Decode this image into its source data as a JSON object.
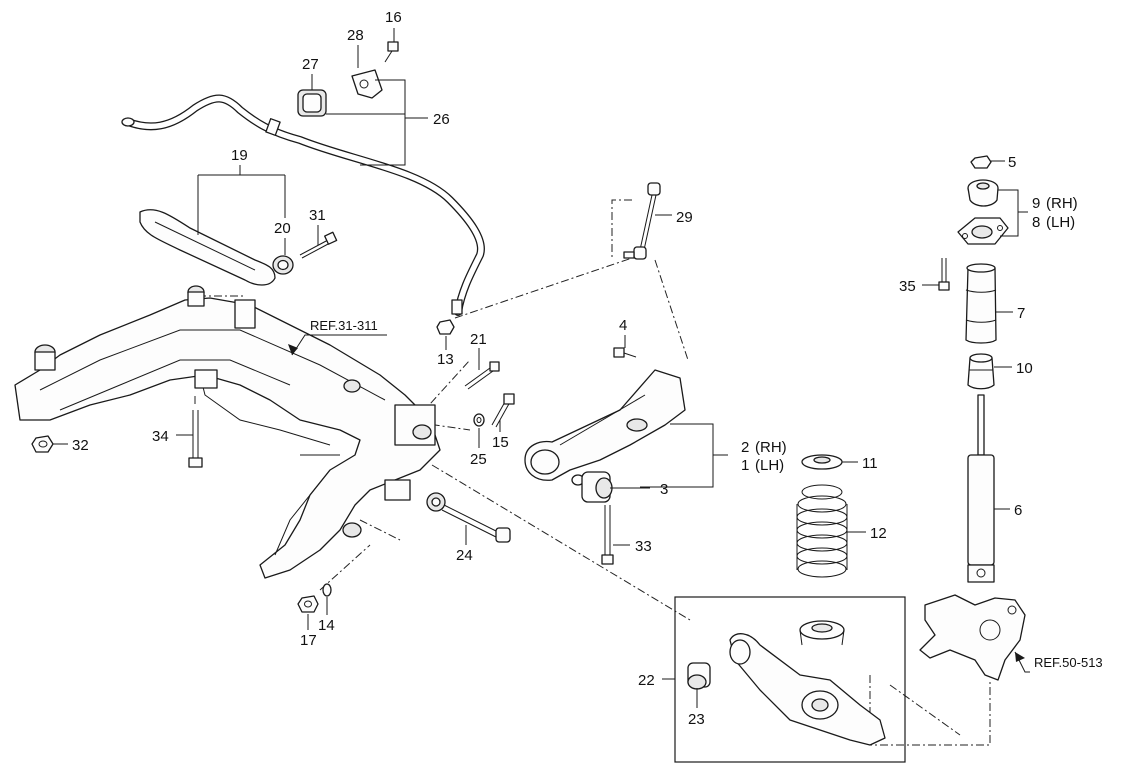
{
  "labels": {
    "p1": "1",
    "p2": "2",
    "p3": "3",
    "p4": "4",
    "p5": "5",
    "p6": "6",
    "p7": "7",
    "p8": "8",
    "p9": "9",
    "p10": "10",
    "p11": "11",
    "p12": "12",
    "p13": "13",
    "p14": "14",
    "p15": "15",
    "p16": "16",
    "p17": "17",
    "p19": "19",
    "p20": "20",
    "p21": "21",
    "p22": "22",
    "p23": "23",
    "p24": "24",
    "p25": "25",
    "p26": "26",
    "p27": "27",
    "p28": "28",
    "p29": "29",
    "p31": "31",
    "p32": "32",
    "p33": "33",
    "p34": "34",
    "p35": "35",
    "rh": "(RH)",
    "lh": "(LH)"
  },
  "refs": {
    "ref_subframe": "REF.31-311",
    "ref_knuckle": "REF.50-513"
  }
}
